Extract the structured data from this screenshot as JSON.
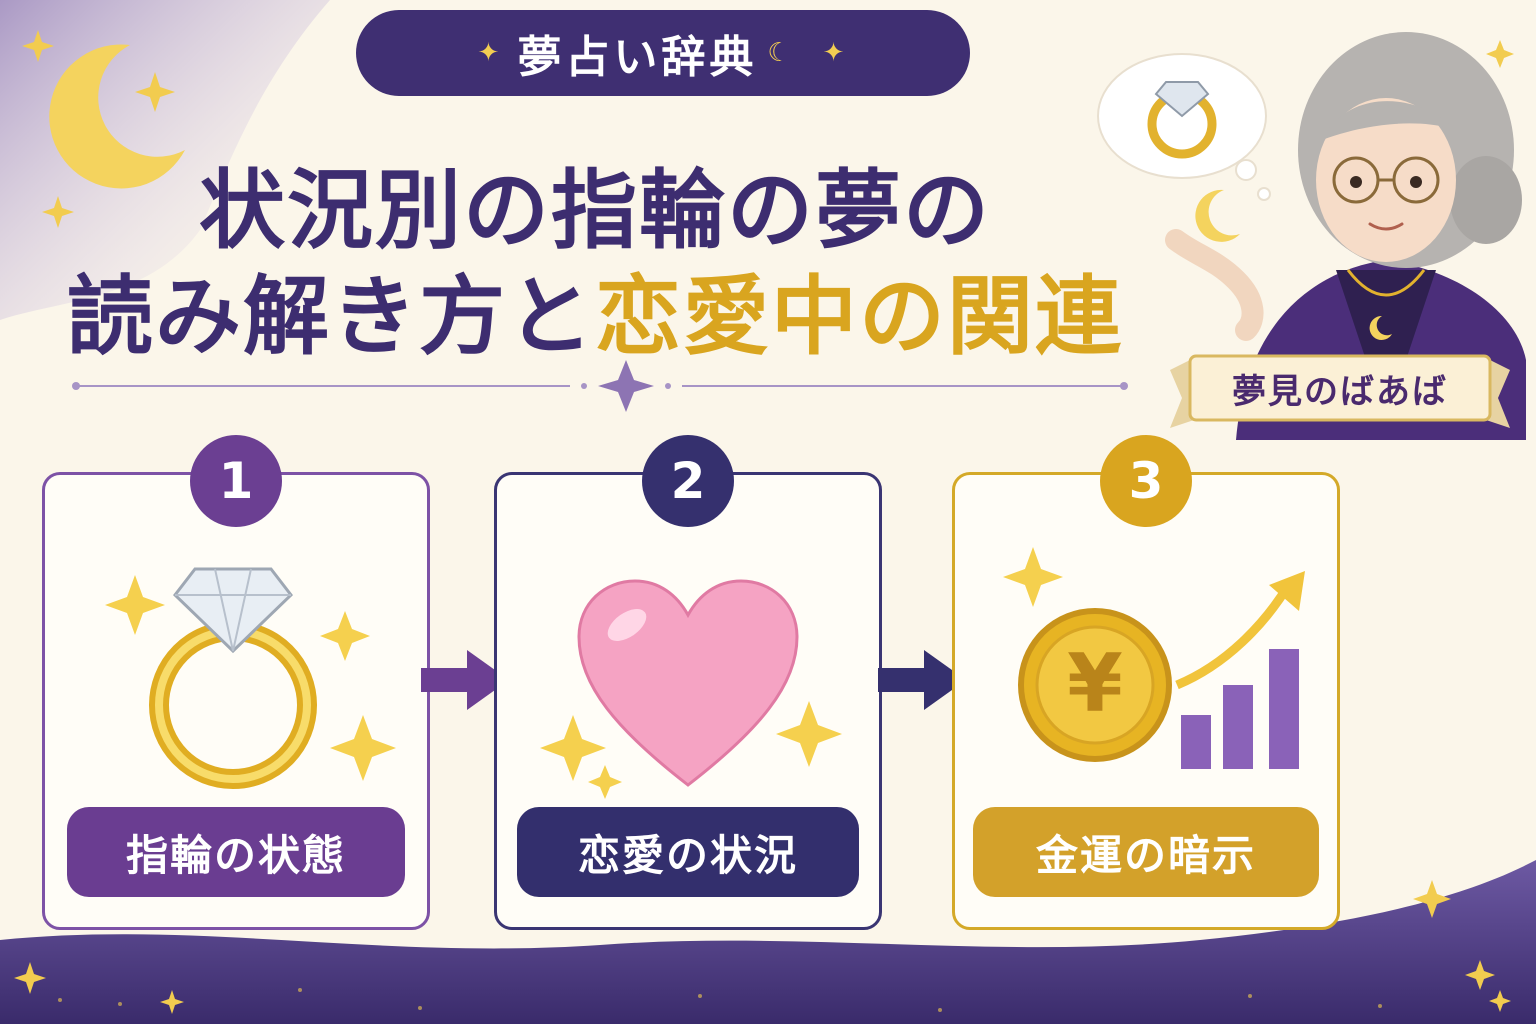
{
  "badge": {
    "label": "夢占い辞典",
    "sparkle_left": "✦",
    "sparkle_right": "✦",
    "moon": "☾"
  },
  "title": {
    "line1": "状況別の指輪の夢の",
    "line2_main": "読み解き方と",
    "line2_accent": "恋愛中の関連"
  },
  "character": {
    "name_label": "夢見のばあば"
  },
  "steps": [
    {
      "number": "1",
      "label": "指輪の状態",
      "icon": "diamond-ring-icon"
    },
    {
      "number": "2",
      "label": "恋愛の状況",
      "icon": "heart-icon"
    },
    {
      "number": "3",
      "label": "金運の暗示",
      "icon": "yen-coin-icon",
      "coin_symbol": "¥"
    }
  ],
  "colors": {
    "purple_dark": "#3f2f72",
    "purple": "#6b3f92",
    "navy": "#35306e",
    "gold": "#d9a51f",
    "cream": "#fbf6ea",
    "pink": "#f7a9c6"
  }
}
